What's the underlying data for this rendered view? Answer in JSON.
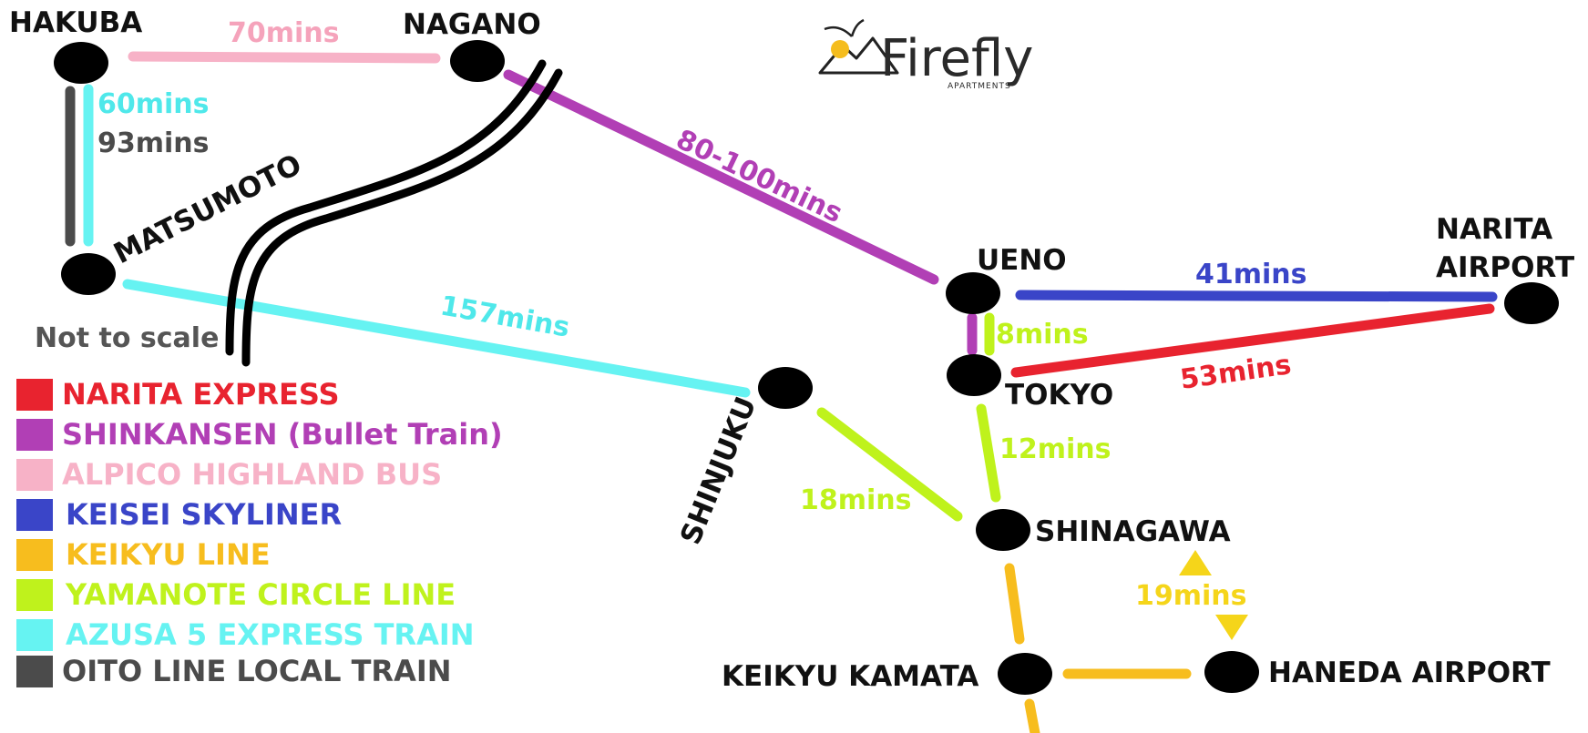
{
  "logo": {
    "name": "Firefly",
    "subtitle": "APARTMENTS"
  },
  "note": "Not to scale",
  "colors": {
    "narita_express": "#e8232f",
    "shinkansen": "#b13fb5",
    "alpico_bus": "#f7b2c7",
    "keisei_skyliner": "#3a45c8",
    "keikyu_line": "#f7bd1e",
    "yamanote": "#bff21c",
    "azusa": "#66f3f2",
    "oito": "#4b4b4b",
    "hakuba_nagano_time": "#f5a3bb",
    "azusa_time": "#4fe8ea",
    "keikyu_time": "#f5d51a"
  },
  "stations": {
    "hakuba": "HAKUBA",
    "nagano": "NAGANO",
    "matsumoto": "MATSUMOTO",
    "ueno": "UENO",
    "tokyo": "TOKYO",
    "narita_airport_line1": "NARITA",
    "narita_airport_line2": "AIRPORT",
    "shinjuku": "SHINJUKU",
    "shinagawa": "SHINAGAWA",
    "keikyu_kamata": "KEIKYU KAMATA",
    "haneda_airport": "HANEDA AIRPORT"
  },
  "times": {
    "hakuba_nagano": "70mins",
    "hakuba_matsumoto_azusa": "60mins",
    "hakuba_matsumoto_oito": "93mins",
    "nagano_ueno": "80-100mins",
    "matsumoto_shinjuku": "157mins",
    "ueno_narita": "41mins",
    "ueno_tokyo": "8mins",
    "tokyo_narita": "53mins",
    "tokyo_shinagawa": "12mins",
    "shinjuku_shinagawa": "18mins",
    "shinagawa_haneda": "19mins"
  },
  "legend": [
    {
      "label": "NARITA EXPRESS",
      "color": "#e8232f"
    },
    {
      "label": "SHINKANSEN (Bullet Train)",
      "color": "#b13fb5"
    },
    {
      "label": "ALPICO HIGHLAND BUS",
      "color": "#f7b2c7"
    },
    {
      "label": "KEISEI SKYLINER",
      "color": "#3a45c8"
    },
    {
      "label": "KEIKYU LINE",
      "color": "#f7bd1e"
    },
    {
      "label": "YAMANOTE CIRCLE LINE",
      "color": "#bff21c"
    },
    {
      "label": "AZUSA 5 EXPRESS TRAIN",
      "color": "#66f3f2"
    },
    {
      "label": "OITO LINE LOCAL TRAIN",
      "color": "#4b4b4b"
    }
  ]
}
